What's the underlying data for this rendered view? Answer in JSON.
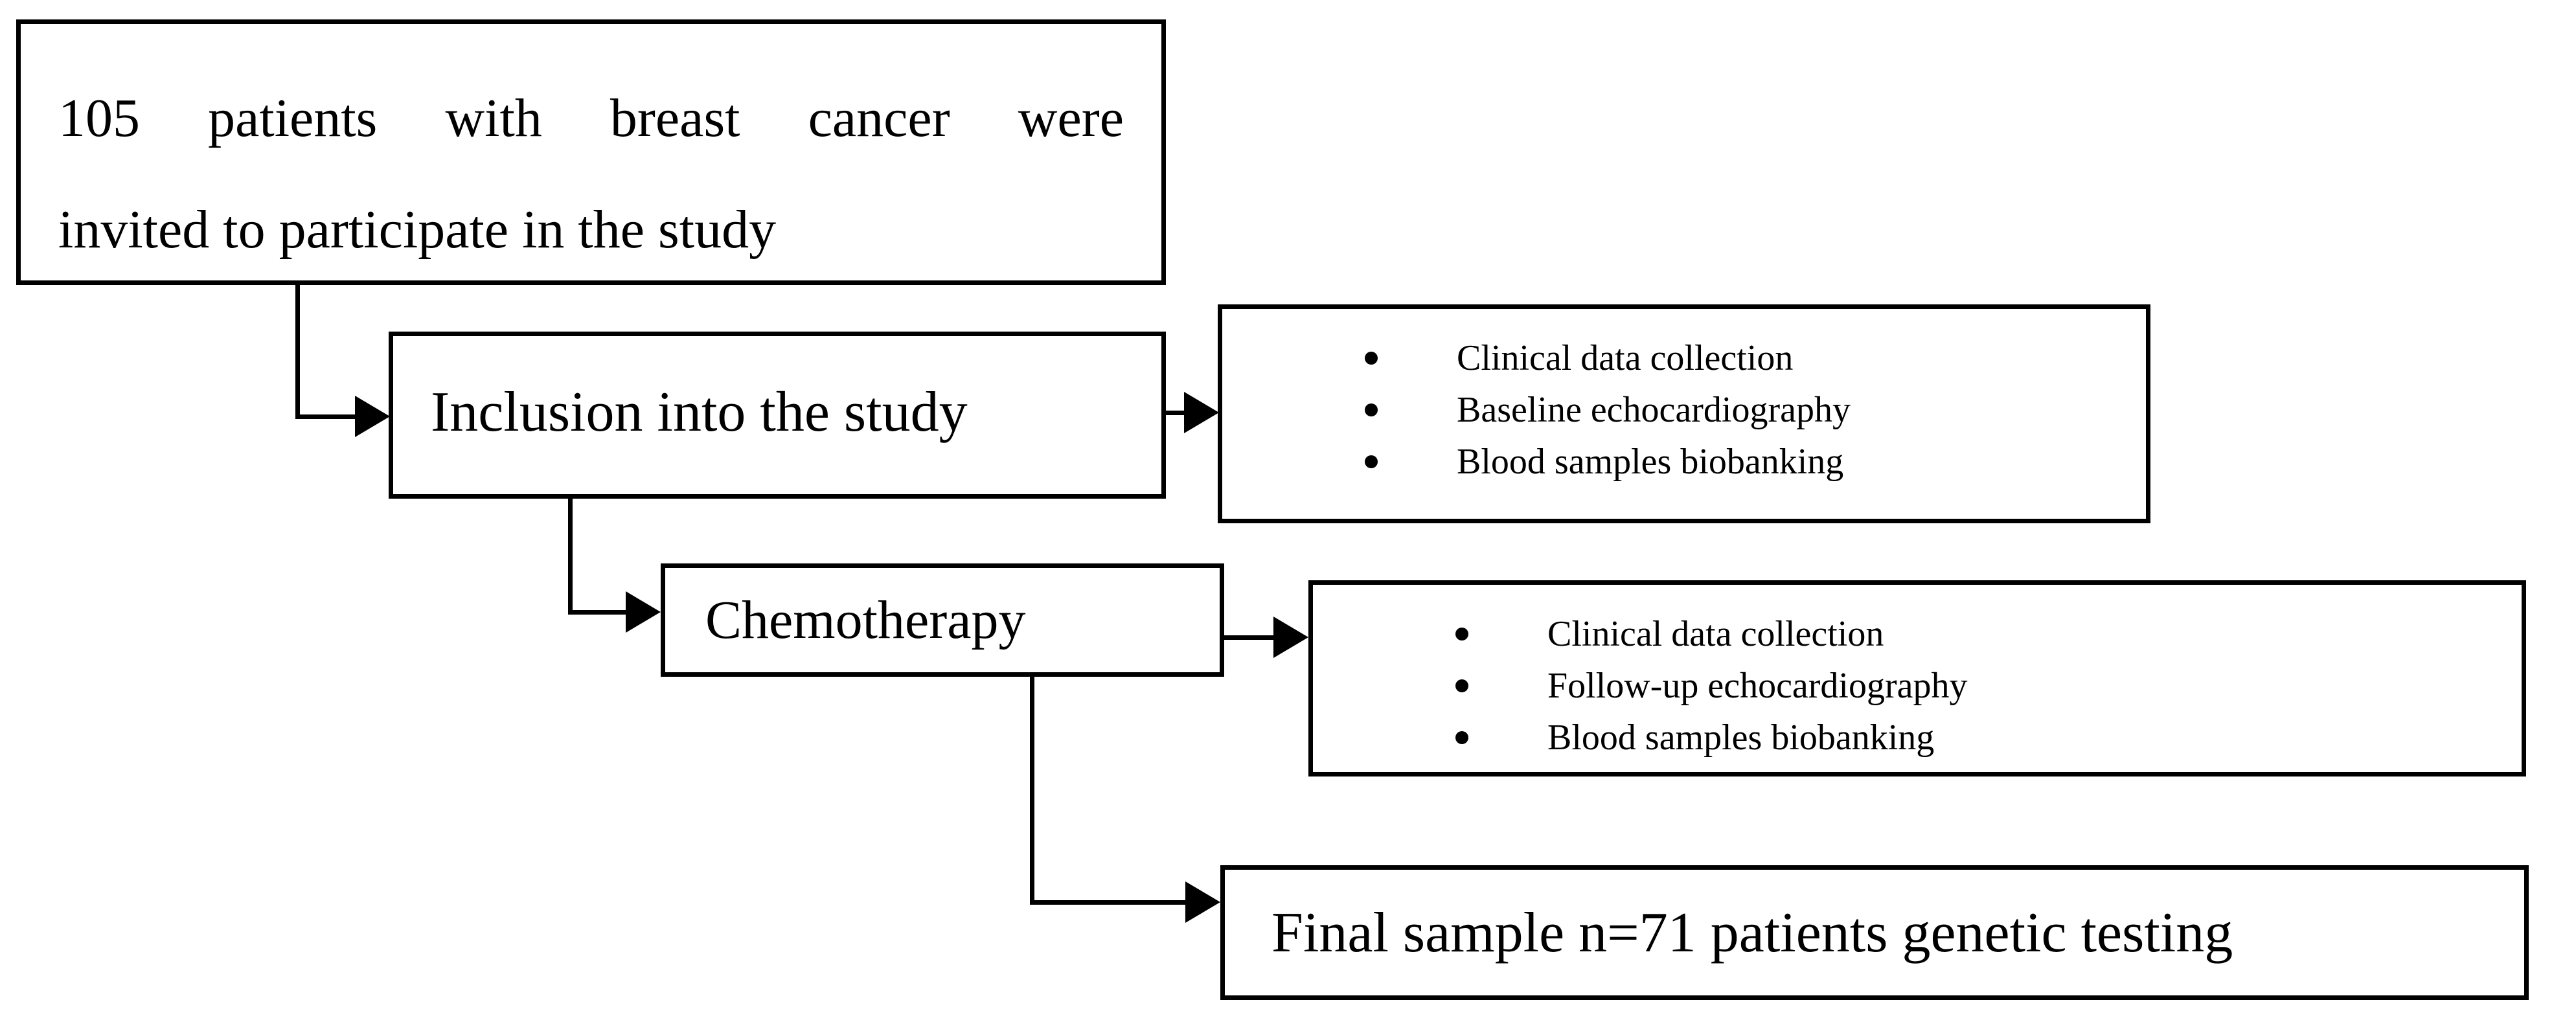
{
  "figure": {
    "type": "flowchart",
    "background_color": "#ffffff",
    "stroke_color": "#000000",
    "nodes": {
      "invited": {
        "line1": "105 patients with breast cancer were",
        "line2": "invited to participate in the study"
      },
      "inclusion": {
        "label": "Inclusion into the study"
      },
      "inclusion_actions": {
        "items": [
          "Clinical data collection",
          "Baseline echocardiography",
          "Blood samples biobanking"
        ]
      },
      "chemotherapy": {
        "label": "Chemotherapy"
      },
      "chemotherapy_actions": {
        "items": [
          "Clinical data collection",
          "Follow-up echocardiography",
          "Blood samples biobanking"
        ]
      },
      "final_sample": {
        "label": "Final sample n=71 patients genetic testing"
      }
    }
  }
}
